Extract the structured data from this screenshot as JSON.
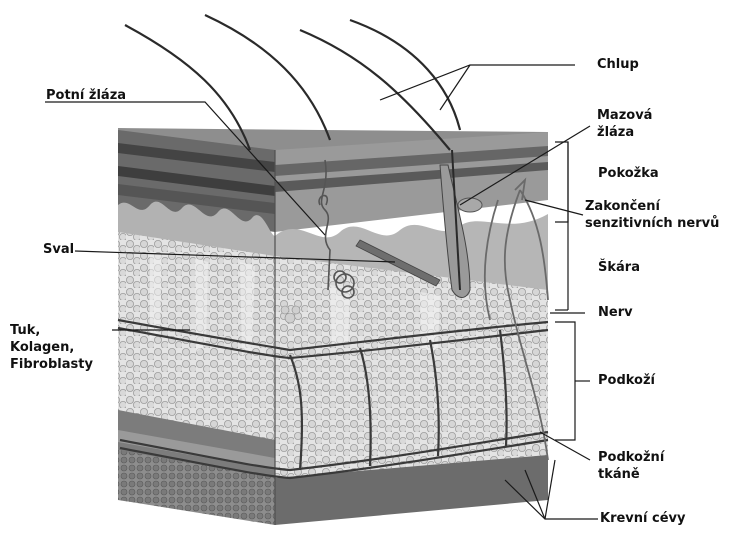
{
  "labels": {
    "chlup": "Chlup",
    "potni_zlaza": "Potní žláza",
    "mazova_zlaza": [
      "Mazová",
      "žláza"
    ],
    "pokozka": "Pokožka",
    "zakonceni": [
      "Zakončení",
      "senzitivních nervů"
    ],
    "sval": "Sval",
    "skara": "Škára",
    "tuk": [
      "Tuk,",
      "Kolagen,",
      "Fibroblasty"
    ],
    "nerv": "Nerv",
    "podkozi": "Podkoží",
    "podkozni_tkane": [
      "Podkožní",
      "tkáně"
    ],
    "krevni_cevy": "Krevní cévy"
  },
  "colors": {
    "surface": "#8e8e8e",
    "epidermis_dark": "#4a4a4a",
    "dermis": "#b4b4b4",
    "fat": "#e2e2e2",
    "fat_edge": "#9a9a9a",
    "vessel": "#3c3c3c",
    "line": "#1a1a1a"
  }
}
